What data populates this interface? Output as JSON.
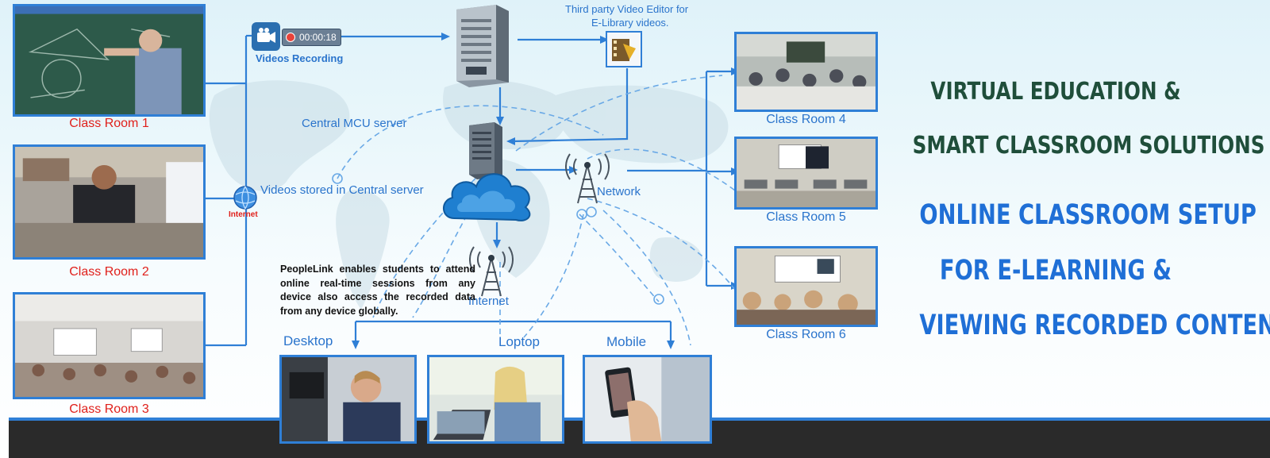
{
  "classrooms": [
    {
      "label": "Class Room 1"
    },
    {
      "label": "Class Room 2"
    },
    {
      "label": "Class Room 3"
    },
    {
      "label": "Class Room 4"
    },
    {
      "label": "Class Room 5"
    },
    {
      "label": "Class Room 6"
    }
  ],
  "recording": {
    "timer": "00:00:18",
    "label": "Videos Recording"
  },
  "video_editor": {
    "caption_line1": "Third party Video Editor for",
    "caption_line2": "E-Library videos."
  },
  "labels": {
    "central_mcu": "Central MCU server",
    "videos_stored": "Videos stored in Central server",
    "network": "Network",
    "internet_left": "Internet",
    "internet_center": "Internet"
  },
  "note": "PeopleLink enables students to attend online real-time sessions from any device also access the recorded data from any device globally.",
  "devices": [
    {
      "label": "Desktop"
    },
    {
      "label": "Loptop"
    },
    {
      "label": "Mobile"
    }
  ],
  "headings": {
    "line1": "VIRTUAL  EDUCATION &",
    "line2": "SMART CLASSROOM SOLUTIONS",
    "line3": "ONLINE CLASSROOM SETUP",
    "line4": "FOR E-LEARNING &",
    "line5": "VIEWING RECORDED CONTENT"
  },
  "colors": {
    "accent": "#2f7fd6",
    "heading_dark": "#1f4e3a",
    "heading_blue": "#1f6fd6",
    "label_red": "#e0201b",
    "footer": "#2a2a2a"
  }
}
